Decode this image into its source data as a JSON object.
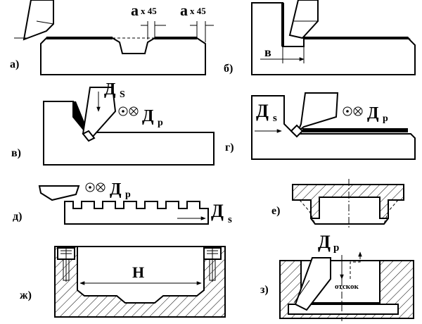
{
  "panels": {
    "a": {
      "label": "а)",
      "chamfer_left": {
        "sym": "a",
        "rest": " х 45"
      },
      "chamfer_right": {
        "sym": "a",
        "rest": " х 45"
      }
    },
    "b": {
      "label": "б)",
      "dim": "в"
    },
    "v": {
      "label": "в)",
      "feed_sym": "Д",
      "feed_sub": "S",
      "rot_sym": "Д",
      "rot_sub": "р"
    },
    "g": {
      "label": "г)",
      "feed_sym": "Д",
      "feed_sub": "s",
      "rot_sym": "Д",
      "rot_sub": "р"
    },
    "d": {
      "label": "д)",
      "feed_sym": "Д",
      "feed_sub": "s",
      "rot_sym": "Д",
      "rot_sub": "р"
    },
    "e": {
      "label": "е)"
    },
    "zh": {
      "label": "ж)",
      "dim": "Н"
    },
    "z": {
      "label": "з)",
      "rot_sym": "Д",
      "rot_sub": "р",
      "note": "отскок"
    }
  },
  "colors": {
    "ink": "#000000",
    "paper": "#ffffff"
  }
}
